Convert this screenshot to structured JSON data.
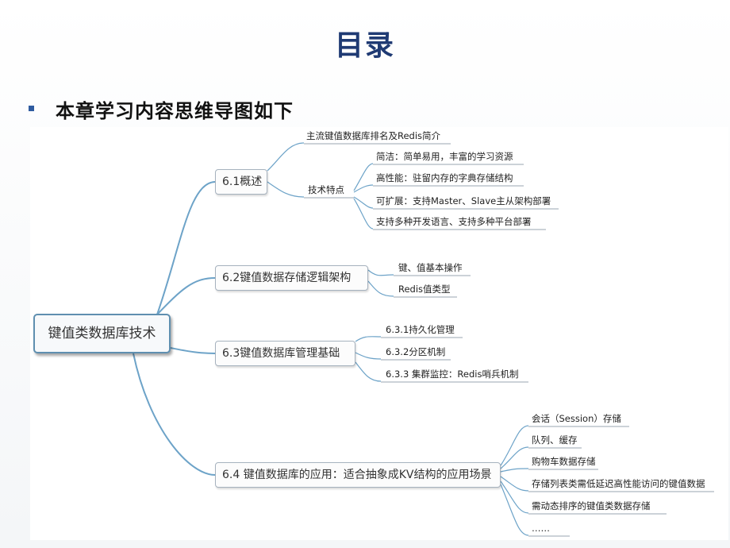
{
  "slide": {
    "title": "目录",
    "subtitle": "本章学习内容思维导图如下"
  },
  "mindmap": {
    "root": "键值类数据库技术",
    "branches": [
      {
        "label": "6.1概述",
        "children": [
          {
            "label": "主流键值数据库排名及Redis简介"
          },
          {
            "label": "技术特点",
            "children": [
              {
                "label": "简洁：简单易用，丰富的学习资源"
              },
              {
                "label": "高性能：驻留内存的字典存储结构"
              },
              {
                "label": "可扩展：支持Master、Slave主从架构部署"
              },
              {
                "label": "支持多种开发语言、支持多种平台部署"
              }
            ]
          }
        ]
      },
      {
        "label": "6.2键值数据存储逻辑架构",
        "children": [
          {
            "label": "键、值基本操作"
          },
          {
            "label": "Redis值类型"
          }
        ]
      },
      {
        "label": "6.3键值数据库管理基础",
        "children": [
          {
            "label": "6.3.1持久化管理"
          },
          {
            "label": "6.3.2分区机制"
          },
          {
            "label": "6.3.3  集群监控：Redis哨兵机制"
          }
        ]
      },
      {
        "label": "6.4  键值数据库的应用：适合抽象成KV结构的应用场景",
        "children": [
          {
            "label": "会话（Session）存储"
          },
          {
            "label": "队列、缓存"
          },
          {
            "label": "购物车数据存储"
          },
          {
            "label": "存储列表类需低延迟高性能访问的键值数据"
          },
          {
            "label": "需动态排序的键值类数据存储"
          },
          {
            "label": "……"
          }
        ]
      }
    ]
  }
}
